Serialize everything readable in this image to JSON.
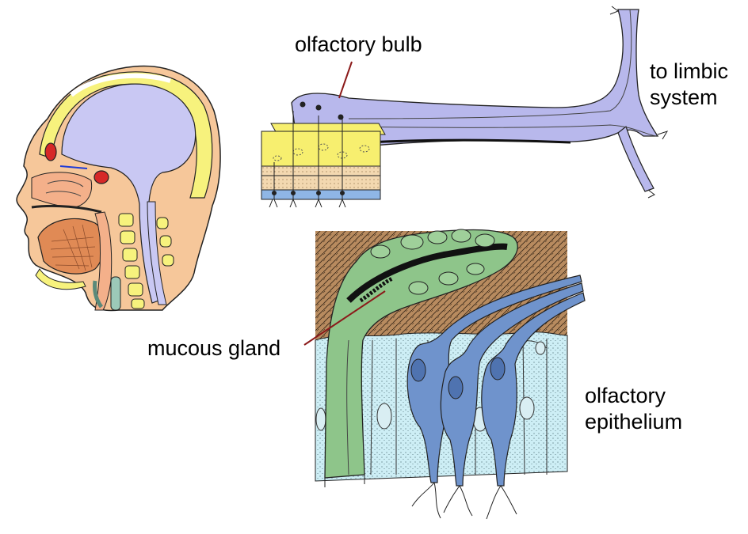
{
  "labels": {
    "olfactory_bulb": "olfactory bulb",
    "limbic_line1": "to limbic",
    "limbic_line2": "system",
    "mucous_gland": "mucous gland",
    "epithelium_line1": "olfactory",
    "epithelium_line2": "epithelium"
  },
  "colors": {
    "skin": "#f6c79a",
    "brain": "#c9c8f3",
    "bone": "#f7f27d",
    "nerve": "#b8b8ec",
    "plate": "#f7ef6f",
    "gland": "#8ec58a",
    "receptor": "#6f93cc",
    "epithelium": "#cdeef5",
    "mucosa": "#b88b5f",
    "leader": "#8b1a1a"
  }
}
